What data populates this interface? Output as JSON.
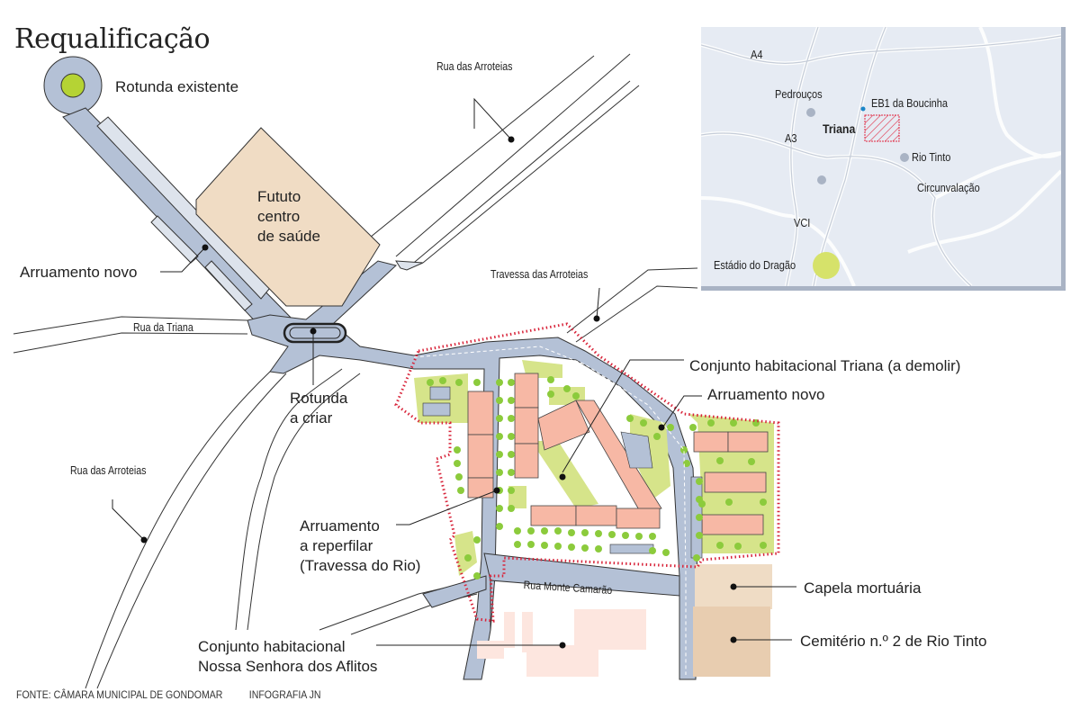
{
  "title": "Requalificação",
  "labels": {
    "rotunda_existente": "Rotunda existente",
    "futuro_centro": [
      "Fututo",
      "centro",
      "de saúde"
    ],
    "arruamento_novo_left": "Arruamento novo",
    "rua_da_triana": "Rua da Triana",
    "rua_das_arroteias_top": "Rua das Arroteias",
    "rua_das_arroteias_left": "Rua das Arroteias",
    "travessa_das_arroteias": "Travessa das Arroteias",
    "rotunda_a_criar": [
      "Rotunda",
      "a criar"
    ],
    "conjunto_triana": "Conjunto habitacional Triana (a demolir)",
    "arruamento_novo_right": "Arruamento novo",
    "arruamento_reperfilar": [
      "Arruamento",
      "a reperfilar",
      "(Travessa do Rio)"
    ],
    "rua_monte_camarao": "Rua Monte Camarão",
    "capela_mortuaria": "Capela mortuária",
    "cemiterio": "Cemitério n.º 2 de Rio Tinto",
    "conjunto_aflitos": [
      "Conjunto habitacional",
      "Nossa Senhora dos Aflitos"
    ]
  },
  "inset": {
    "labels": {
      "a4": "A4",
      "pedroucos": "Pedrouços",
      "eb1": "EB1 da Boucinha",
      "triana": "Triana",
      "a3": "A3",
      "rio_tinto": "Rio Tinto",
      "circunvalacao": "Circunvalação",
      "vci": "VCI",
      "estadio": "Estádio do Dragão"
    }
  },
  "footer": {
    "source": "FONTE: CÂMARA MUNICIPAL DE GONDOMAR",
    "credit": "INFOGRAFIA JN"
  },
  "colors": {
    "road": "#b4c1d6",
    "road_light": "#dde3ec",
    "building_pink": "#f7b8a5",
    "green_area": "#d6e48a",
    "tree": "#8ccb3c",
    "health_center": "#f0dcc4",
    "capela": "#efdcc5",
    "cemiterio": "#e8cdb0",
    "boundary": "#d8243a",
    "inset_bg": "#e6ebf3"
  }
}
